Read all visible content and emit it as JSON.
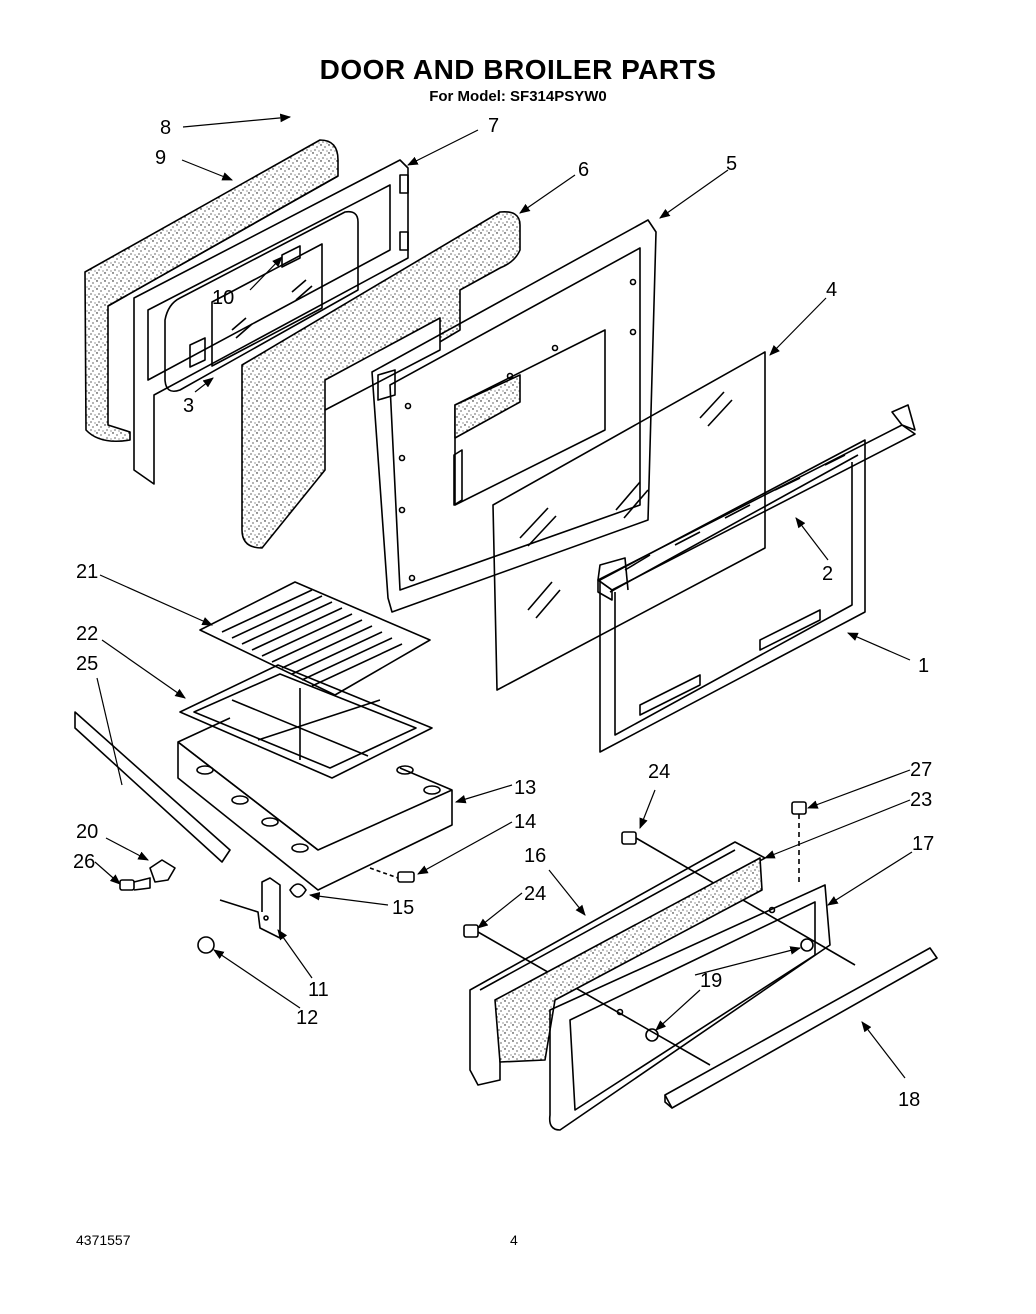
{
  "header": {
    "title": "DOOR AND BROILER PARTS",
    "subtitle": "For Model: SF314PSYW0"
  },
  "footer": {
    "doc_number": "4371557",
    "page_number": "4"
  },
  "callouts": [
    {
      "id": "c1",
      "label": "1"
    },
    {
      "id": "c2",
      "label": "2"
    },
    {
      "id": "c3",
      "label": "3"
    },
    {
      "id": "c4",
      "label": "4"
    },
    {
      "id": "c5",
      "label": "5"
    },
    {
      "id": "c6",
      "label": "6"
    },
    {
      "id": "c7",
      "label": "7"
    },
    {
      "id": "c8",
      "label": "8"
    },
    {
      "id": "c9",
      "label": "9"
    },
    {
      "id": "c10",
      "label": "10"
    },
    {
      "id": "c11",
      "label": "11"
    },
    {
      "id": "c12",
      "label": "12"
    },
    {
      "id": "c13",
      "label": "13"
    },
    {
      "id": "c14",
      "label": "14"
    },
    {
      "id": "c15",
      "label": "15"
    },
    {
      "id": "c16",
      "label": "16"
    },
    {
      "id": "c17",
      "label": "17"
    },
    {
      "id": "c18",
      "label": "18"
    },
    {
      "id": "c19",
      "label": "19"
    },
    {
      "id": "c20",
      "label": "20"
    },
    {
      "id": "c21",
      "label": "21"
    },
    {
      "id": "c22",
      "label": "22"
    },
    {
      "id": "c23",
      "label": "23"
    },
    {
      "id": "c24a",
      "label": "24"
    },
    {
      "id": "c24b",
      "label": "24"
    },
    {
      "id": "c25",
      "label": "25"
    },
    {
      "id": "c26",
      "label": "26"
    },
    {
      "id": "c27",
      "label": "27"
    }
  ]
}
